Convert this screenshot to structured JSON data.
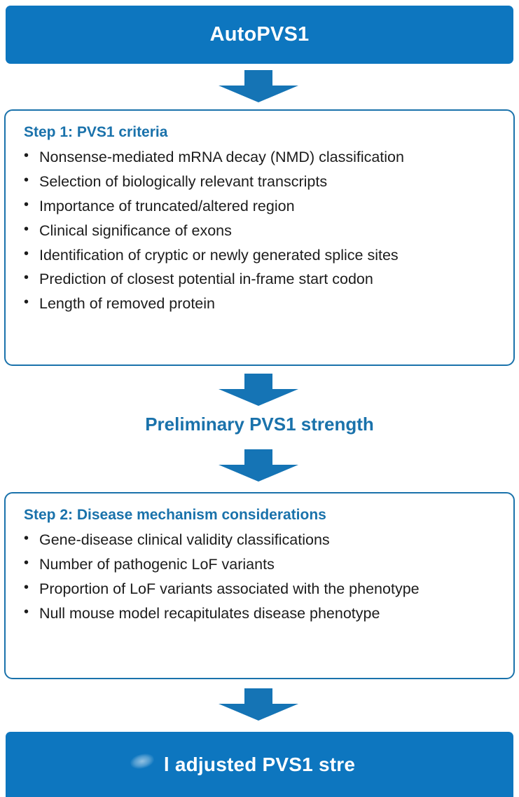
{
  "diagram": {
    "title_bar": {
      "label": "AutoPVS1"
    },
    "step1": {
      "heading": "Step 1: PVS1 criteria",
      "bullets": [
        "Nonsense-mediated mRNA decay (NMD) classification",
        "Selection of biologically relevant transcripts",
        "Importance of truncated/altered region",
        "Clinical significance of exons",
        "Identification of cryptic or newly generated splice sites",
        "Prediction of closest potential in-frame start codon",
        "Length of removed protein"
      ]
    },
    "preliminary_label": "Preliminary PVS1 strength",
    "step2": {
      "heading": "Step 2: Disease mechanism considerations",
      "bullets": [
        "Gene-disease clinical validity classifications",
        "Number of pathogenic LoF variants",
        "Proportion of LoF variants associated with the phenotype",
        "Null mouse model recapitulates disease phenotype"
      ]
    },
    "final_bar": {
      "label": "l adjusted PVS1 stre"
    },
    "arrows": [
      {
        "name": "arrow-title-to-step1",
        "direction": "down"
      },
      {
        "name": "arrow-step1-to-preliminary",
        "direction": "down"
      },
      {
        "name": "arrow-preliminary-to-step2",
        "direction": "down"
      },
      {
        "name": "arrow-step2-to-final",
        "direction": "down"
      }
    ],
    "colors": {
      "brand_blue": "#0d76bf",
      "outline_blue": "#1a72ab",
      "heading_blue": "#1a72ab",
      "arrow_blue": "#1574b5",
      "body_text": "#1c1c1c",
      "banner_text": "#ffffff",
      "background": "#ffffff"
    }
  }
}
